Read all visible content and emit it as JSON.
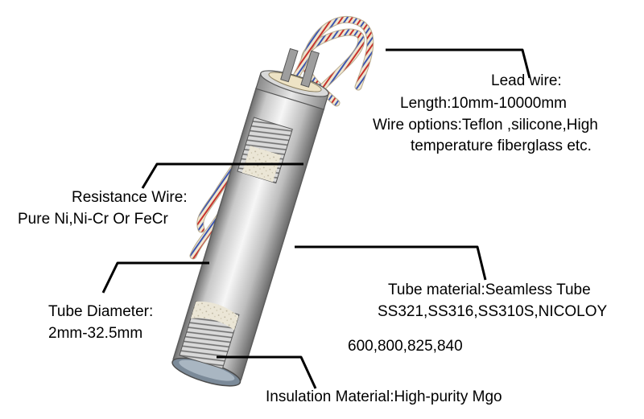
{
  "labels": {
    "lead_wire": {
      "title": "Lead wire:",
      "line1": "Length:10mm-10000mm",
      "line2": "Wire options:Teflon ,silicone,High",
      "line3": "temperature fiberglass etc."
    },
    "resistance_wire": {
      "title": "Resistance Wire:",
      "line1": "Pure Ni,Ni-Cr Or FeCr"
    },
    "tube_material": {
      "title": "Tube material:Seamless Tube",
      "line1": "SS321,SS316,SS310S,NICOLOY",
      "line2": "600,800,825,840"
    },
    "tube_diameter": {
      "title": "Tube Diameter:",
      "line1": "2mm-32.5mm"
    },
    "insulation": {
      "title": "Insulation Material:High-purity Mgo"
    }
  },
  "colors": {
    "tube_light": "#f4f4f4",
    "tube_mid": "#c6c6c6",
    "tube_dark": "#7a7a7a",
    "wire_base": "#efe6cf",
    "stripe_red": "#c8322c",
    "stripe_blue": "#3b55b0",
    "mgo": "#e9e4d3",
    "leader": "#000000"
  }
}
